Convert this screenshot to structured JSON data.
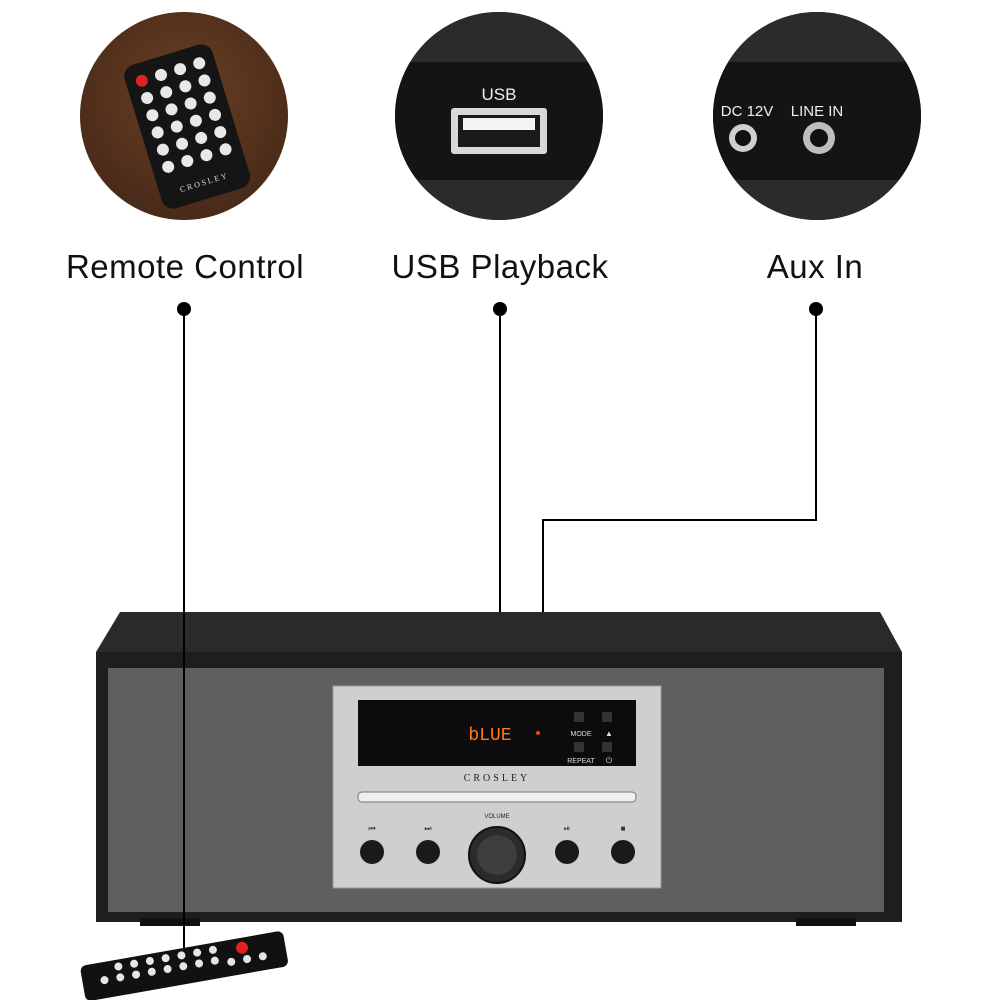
{
  "features": [
    {
      "label": "Remote Control"
    },
    {
      "label": "USB Playback"
    },
    {
      "label": "Aux In"
    }
  ],
  "usb_panel": {
    "label": "USB"
  },
  "aux_panel": {
    "dc_label": "DC 12V",
    "line_in_label": "LINE IN"
  },
  "remote": {
    "brand": "CROSLEY"
  },
  "device": {
    "display_text": "bLUE",
    "brand": "CROSLEY",
    "mode_label": "MODE",
    "repeat_label": "REPEAT",
    "volume_label": "VOLUME",
    "prev_symbol": "⏮",
    "next_symbol": "⏭",
    "play_symbol": "⏯",
    "stop_symbol": "■",
    "eject_symbol": "▲",
    "power_symbol": "⏻"
  },
  "colors": {
    "cabinet": "#1e1e1e",
    "fabric": "#5e5e5e",
    "panel": "#cfcfcf",
    "display_text": "#ff7a1a"
  }
}
